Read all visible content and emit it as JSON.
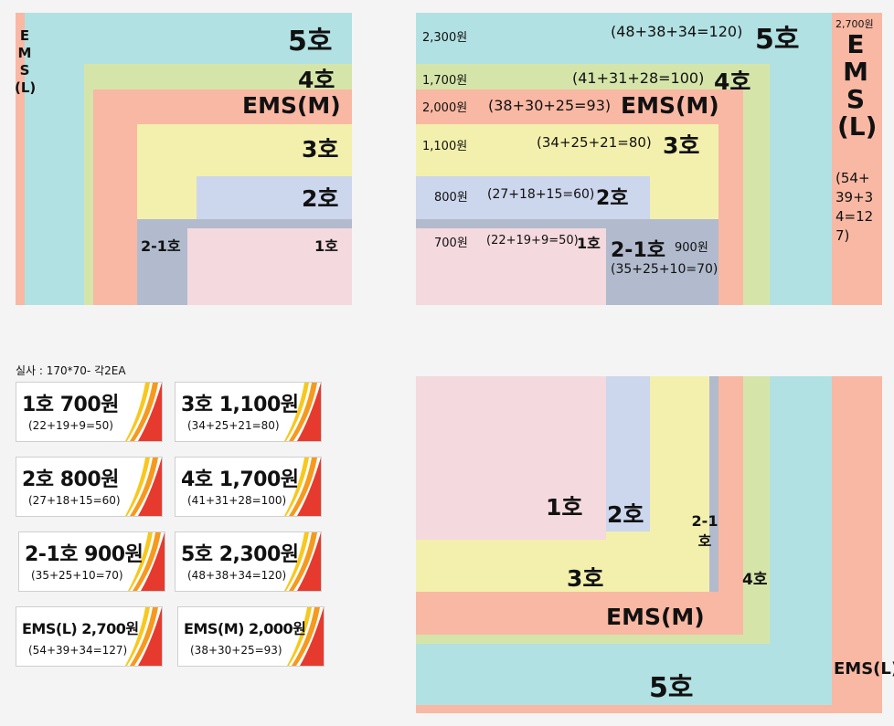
{
  "q1": {
    "ems_l": "EMS(L)",
    "s5": "5호",
    "s4": "4호",
    "ems_m": "EMS(M)",
    "s3": "3호",
    "s2": "2호",
    "s21": "2-1호",
    "s1": "1호"
  },
  "q2": {
    "ems_l_price": "2,700원",
    "ems_l": "EMS(L)",
    "ems_l_dims": "(54+39+34=127)",
    "s5_price": "2,300원",
    "s5_dims": "(48+38+34=120)",
    "s5": "5호",
    "s4_price": "1,700원",
    "s4_dims": "(41+31+28=100)",
    "s4": "4호",
    "ems_m_price": "2,000원",
    "ems_m_dims": "(38+30+25=93)",
    "ems_m": "EMS(M)",
    "s3_price": "1,100원",
    "s3_dims": "(34+25+21=80)",
    "s3": "3호",
    "s2_price": "800원",
    "s2_dims": "(27+18+15=60)",
    "s2": "2호",
    "s1_price": "700원",
    "s1_dims": "(22+19+9=50)",
    "s1": "1호",
    "s21": "2-1호",
    "s21_price": "900원",
    "s21_dims": "(35+25+10=70)"
  },
  "q3": {
    "caption": "실사 : 170*70-  각2EA",
    "stickers": [
      {
        "title": "1호 700원",
        "dims": "(22+19+9=50)"
      },
      {
        "title": "3호 1,100원",
        "dims": "(34+25+21=80)"
      },
      {
        "title": "2호 800원",
        "dims": "(27+18+15=60)"
      },
      {
        "title": "4호 1,700원",
        "dims": "(41+31+28=100)"
      },
      {
        "title": "2-1호 900원",
        "dims": "(35+25+10=70)"
      },
      {
        "title": "5호 2,300원",
        "dims": "(48+38+34=120)"
      },
      {
        "title": "EMS(L) 2,700원",
        "dims": "(54+39+34=127)"
      },
      {
        "title": "EMS(M) 2,000원",
        "dims": "(38+30+25=93)"
      }
    ]
  },
  "q4": {
    "s1": "1호",
    "s2": "2호",
    "s21": "2-1호",
    "s3": "3호",
    "s4": "4호",
    "ems_m": "EMS(M)",
    "s5": "5호",
    "ems_l": "EMS(L)"
  },
  "colors": {
    "ems": "#f9b8a3",
    "box5": "#b2e1e3",
    "box4": "#d5e5a9",
    "box3": "#f3f0ad",
    "box2": "#ccd6ec",
    "box21": "#b1bbcd",
    "box1": "#f4d9de",
    "sticker_red": "#e63a2e",
    "sticker_orange": "#f59a1f",
    "sticker_yellow": "#f7c81e"
  }
}
